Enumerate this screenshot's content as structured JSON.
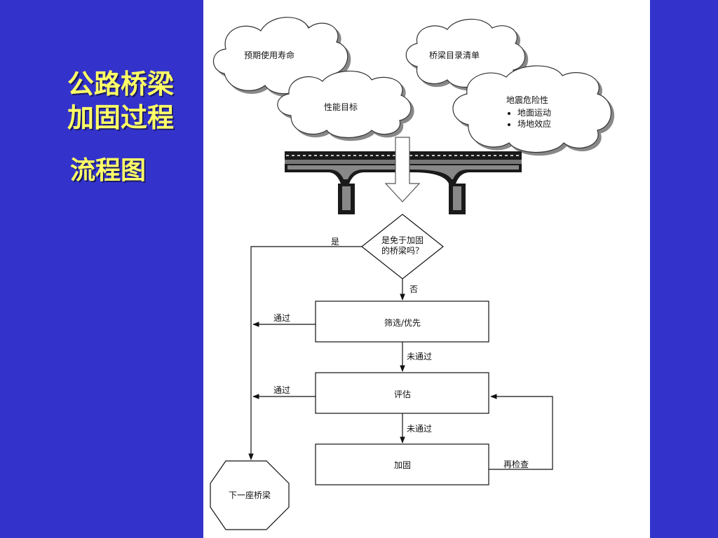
{
  "slide": {
    "title_line1": "公路桥梁",
    "title_line2": "加固过程",
    "subtitle": "流程图"
  },
  "clouds": {
    "design_life": "预期使用寿命",
    "bridge_inventory": "桥梁目录清单",
    "performance_goal": "性能目标",
    "seismic_hazard": {
      "title": "地震危险性",
      "bullets": [
        "地面运动",
        "场地效应"
      ]
    }
  },
  "flow": {
    "decision": {
      "line1": "是免于加固",
      "line2": "的桥梁吗？"
    },
    "yes_label": "是",
    "no_label": "否",
    "screening": "筛选/优先",
    "screening_pass": "通过",
    "screening_fail": "未通过",
    "evaluation": "评估",
    "evaluation_pass": "通过",
    "evaluation_fail": "未通过",
    "retrofit": "加固",
    "recheck": "再检查",
    "next_bridge": "下一座桥梁"
  }
}
